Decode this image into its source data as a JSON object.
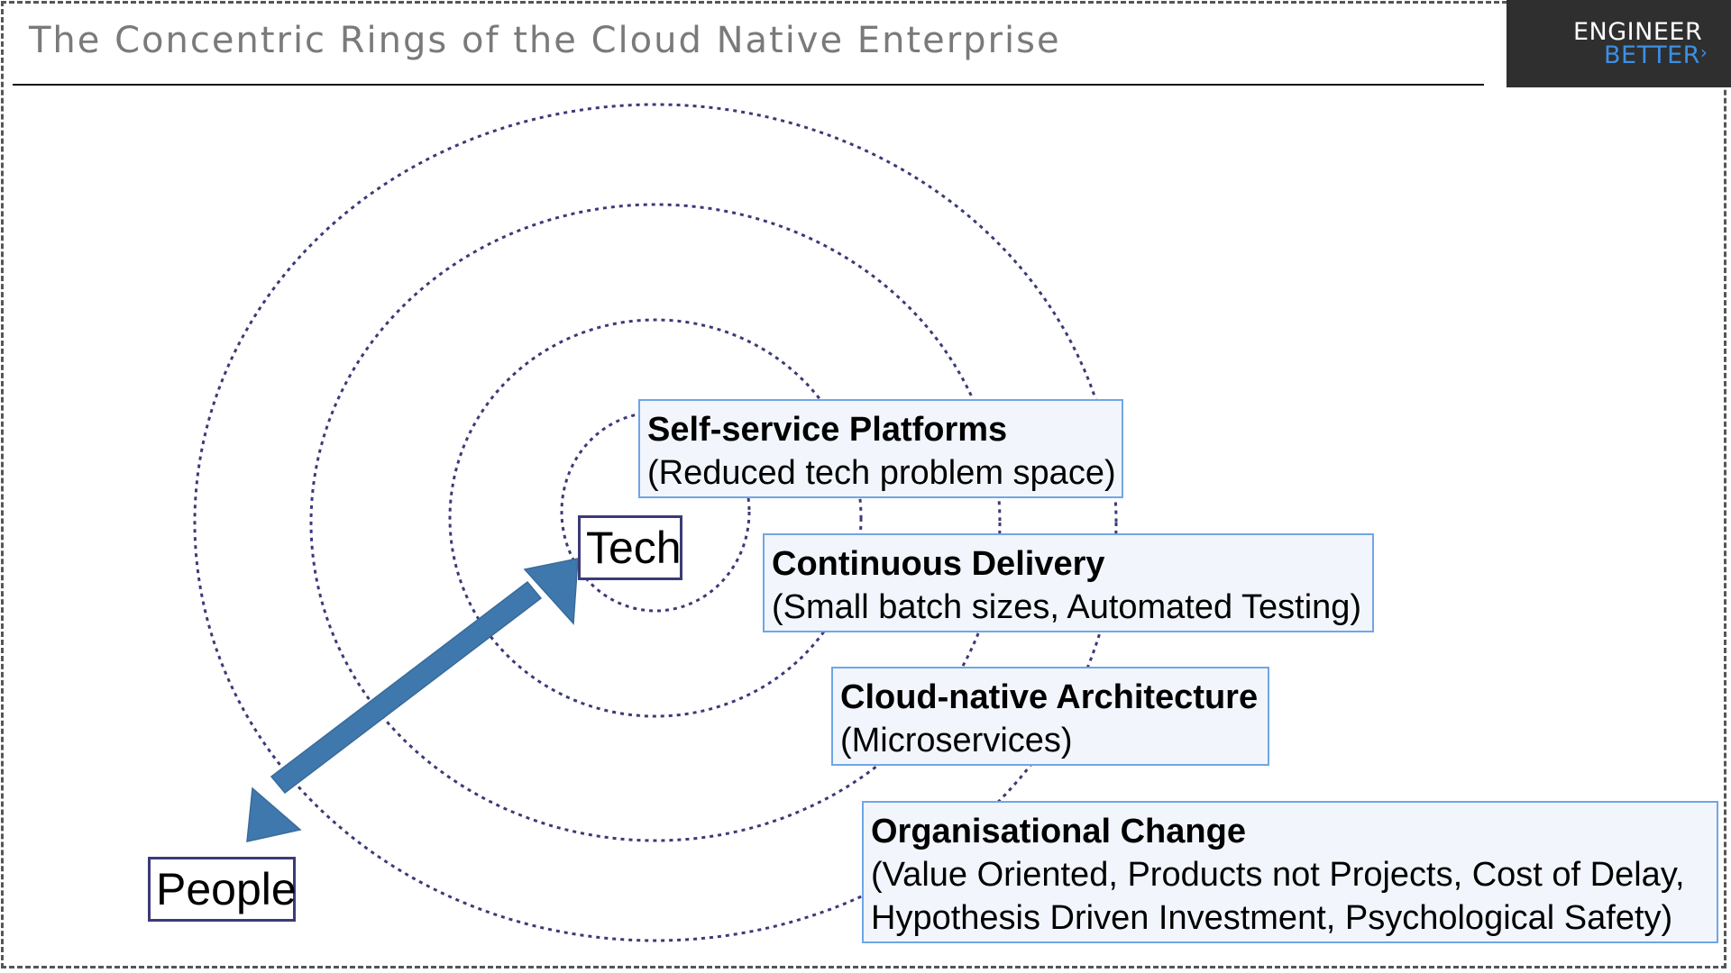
{
  "title": "The Concentric Rings of the Cloud Native Enterprise",
  "logo": {
    "line1": "ENGINEER",
    "line2": "BETTER",
    "mark": "›"
  },
  "nodes": {
    "inner": "Tech",
    "outer": "People"
  },
  "rings": [
    {
      "heading": "Self-service Platforms",
      "detail": "(Reduced tech problem space)"
    },
    {
      "heading": "Continuous Delivery",
      "detail": "(Small batch sizes, Automated Testing)"
    },
    {
      "heading": "Cloud-native Architecture",
      "detail": "(Microservices)"
    },
    {
      "heading": "Organisational Change",
      "detail": "(Value Oriented, Products not Projects, Cost of Delay,",
      "detail2": "Hypothesis Driven Investment, Psychological Safety)"
    }
  ],
  "colors": {
    "ring": "#3b3a78",
    "arrow": "#3f78ad",
    "box_border": "#6fa6e6",
    "box_fill": "#f2f5fb",
    "logo_bg": "#2f2f2f",
    "logo_accent": "#3d8fe3"
  }
}
